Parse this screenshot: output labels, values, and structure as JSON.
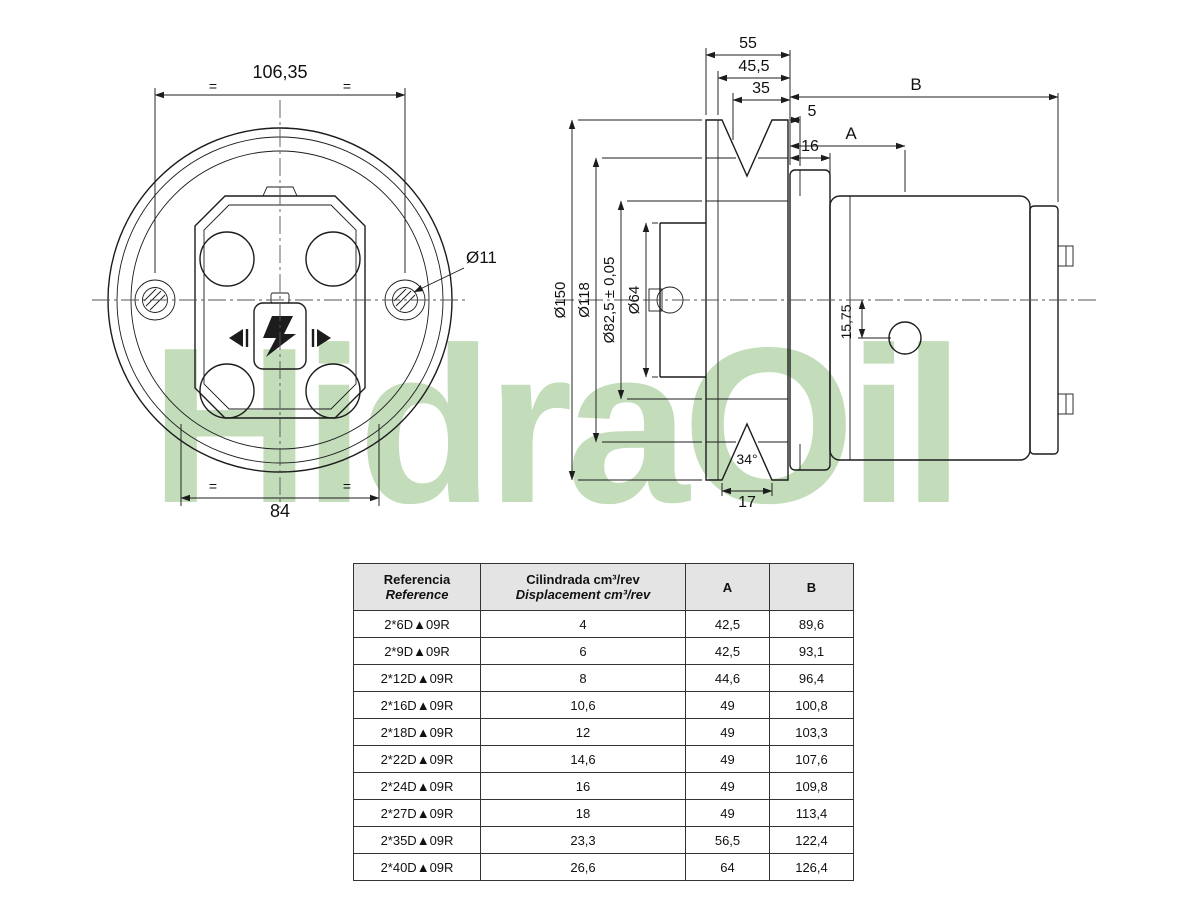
{
  "watermark": {
    "text": "HidraOil",
    "color": "#b9d7ae"
  },
  "front_view": {
    "dim_width": "106,35",
    "dim_bolt": "84",
    "hole_dia": "Ø11",
    "eq": "="
  },
  "side_view": {
    "d55": "55",
    "d45_5": "45,5",
    "d35": "35",
    "d5": "5",
    "d16": "16",
    "dim_a": "A",
    "dim_b": "B",
    "dia_150": "Ø150",
    "dia_118": "Ø118",
    "dia_82_5": "Ø82,5 ± 0,05",
    "dia_64": "Ø64",
    "d15_75": "15,75",
    "angle_34": "34°",
    "d17": "17"
  },
  "table": {
    "headers": {
      "ref1": "Referencia",
      "ref2": "Reference",
      "disp1": "Cilindrada cm³/rev",
      "disp2": "Displacement cm³/rev",
      "col_a": "A",
      "col_b": "B"
    },
    "rows": [
      {
        "ref": "2*6D▲09R",
        "disp": "4",
        "a": "42,5",
        "b": "89,6"
      },
      {
        "ref": "2*9D▲09R",
        "disp": "6",
        "a": "42,5",
        "b": "93,1"
      },
      {
        "ref": "2*12D▲09R",
        "disp": "8",
        "a": "44,6",
        "b": "96,4"
      },
      {
        "ref": "2*16D▲09R",
        "disp": "10,6",
        "a": "49",
        "b": "100,8"
      },
      {
        "ref": "2*18D▲09R",
        "disp": "12",
        "a": "49",
        "b": "103,3"
      },
      {
        "ref": "2*22D▲09R",
        "disp": "14,6",
        "a": "49",
        "b": "107,6"
      },
      {
        "ref": "2*24D▲09R",
        "disp": "16",
        "a": "49",
        "b": "109,8"
      },
      {
        "ref": "2*27D▲09R",
        "disp": "18",
        "a": "49",
        "b": "113,4"
      },
      {
        "ref": "2*35D▲09R",
        "disp": "23,3",
        "a": "56,5",
        "b": "122,4"
      },
      {
        "ref": "2*40D▲09R",
        "disp": "26,6",
        "a": "64",
        "b": "126,4"
      }
    ]
  }
}
